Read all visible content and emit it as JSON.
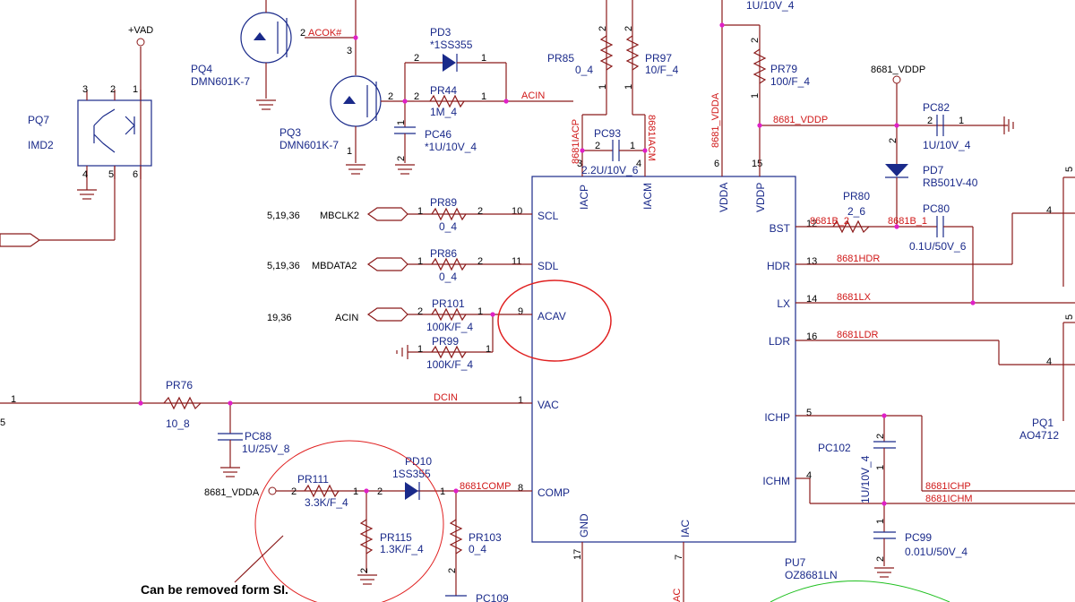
{
  "ic": {
    "ref": "PU7",
    "part": "OZ8681LN",
    "pins_left": [
      "SCL",
      "SDL",
      "ACAV",
      "VAC",
      "COMP"
    ],
    "pins_right": [
      "BST",
      "HDR",
      "LX",
      "LDR",
      "ICHP",
      "ICHM"
    ],
    "pins_top": [
      "IACP",
      "IACM",
      "VDDA",
      "VDDP"
    ],
    "pins_bottom": [
      "GND",
      "IAC"
    ]
  },
  "components": {
    "pq7": {
      "ref": "PQ7",
      "part": "IMD2"
    },
    "pq4": {
      "ref": "PQ4",
      "part": "DMN601K-7"
    },
    "pq3": {
      "ref": "PQ3",
      "part": "DMN601K-7"
    },
    "pd3": {
      "ref": "PD3",
      "part": "*1SS355"
    },
    "pr44": {
      "ref": "PR44",
      "part": "1M_4"
    },
    "pc46": {
      "ref": "PC46",
      "part": "*1U/10V_4"
    },
    "pr85": {
      "ref": "PR85",
      "part": "0_4"
    },
    "pr97": {
      "ref": "PR97",
      "part": "10/F_4"
    },
    "pc93": {
      "ref": "PC93",
      "part": "2.2U/10V_6"
    },
    "pr79": {
      "ref": "PR79",
      "part": "100/F_4"
    },
    "pc82": {
      "ref": "PC82",
      "part": "1U/10V_4"
    },
    "pd7": {
      "ref": "PD7",
      "part": "RB501V-40"
    },
    "pr80": {
      "ref": "PR80",
      "part": "2_6"
    },
    "pc80": {
      "ref": "PC80",
      "part": "0.1U/50V_6"
    },
    "pr89": {
      "ref": "PR89",
      "part": "0_4"
    },
    "pr86": {
      "ref": "PR86",
      "part": "0_4"
    },
    "pr101": {
      "ref": "PR101",
      "part": "100K/F_4"
    },
    "pr99": {
      "ref": "PR99",
      "part": "100K/F_4"
    },
    "pr76": {
      "ref": "PR76",
      "part": "10_8"
    },
    "pc88": {
      "ref": "PC88",
      "part": "1U/25V_8"
    },
    "pr111": {
      "ref": "PR111",
      "part": "3.3K/F_4"
    },
    "pd10": {
      "ref": "PD10",
      "part": "1SS355"
    },
    "pr115": {
      "ref": "PR115",
      "part": "1.3K/F_4"
    },
    "pr103": {
      "ref": "PR103",
      "part": "0_4"
    },
    "pc102": {
      "ref": "PC102",
      "part": "1U/10V_4"
    },
    "pc99": {
      "ref": "PC99",
      "part": "0.01U/50V_4"
    },
    "pq1": {
      "ref": "PQ1",
      "part": "AO4712"
    },
    "pc109": {
      "ref": "PC109"
    }
  },
  "nets": {
    "vad": "+VAD",
    "acok": "ACOK#",
    "acin": "ACIN",
    "acin_in": "ACIN",
    "mbclk2": "MBCLK2",
    "mbdata2": "MBDATA2",
    "dcin": "DCIN",
    "comp": "8681COMP",
    "vdda_left": "8681_VDDA",
    "vdda_top": "8681_VDDA",
    "vddp_port": "8681_VDDP",
    "vddp_net": "8681_VDDP",
    "iacp": "8681IACP",
    "iacm": "8681IACM",
    "b2": "8681B_2",
    "b1": "8681B_1",
    "hdr": "8681HDR",
    "lx": "8681LX",
    "ldr": "8681LDR",
    "ichp": "8681ICHP",
    "ichm": "8681ICHM",
    "top_cap": "1U/10V_4"
  },
  "page_refs": {
    "mbclk2": "5,19,36",
    "mbdata2": "5,19,36",
    "acin": "19,36"
  },
  "note": "Can be removed form SI.",
  "colors": {
    "wire": "#8b1a1a",
    "symbol": "#1a2a8a",
    "net_label": "#d01818",
    "junction": "#e020c8",
    "highlight_circle": "#e02020",
    "green_arc": "#20c020"
  }
}
